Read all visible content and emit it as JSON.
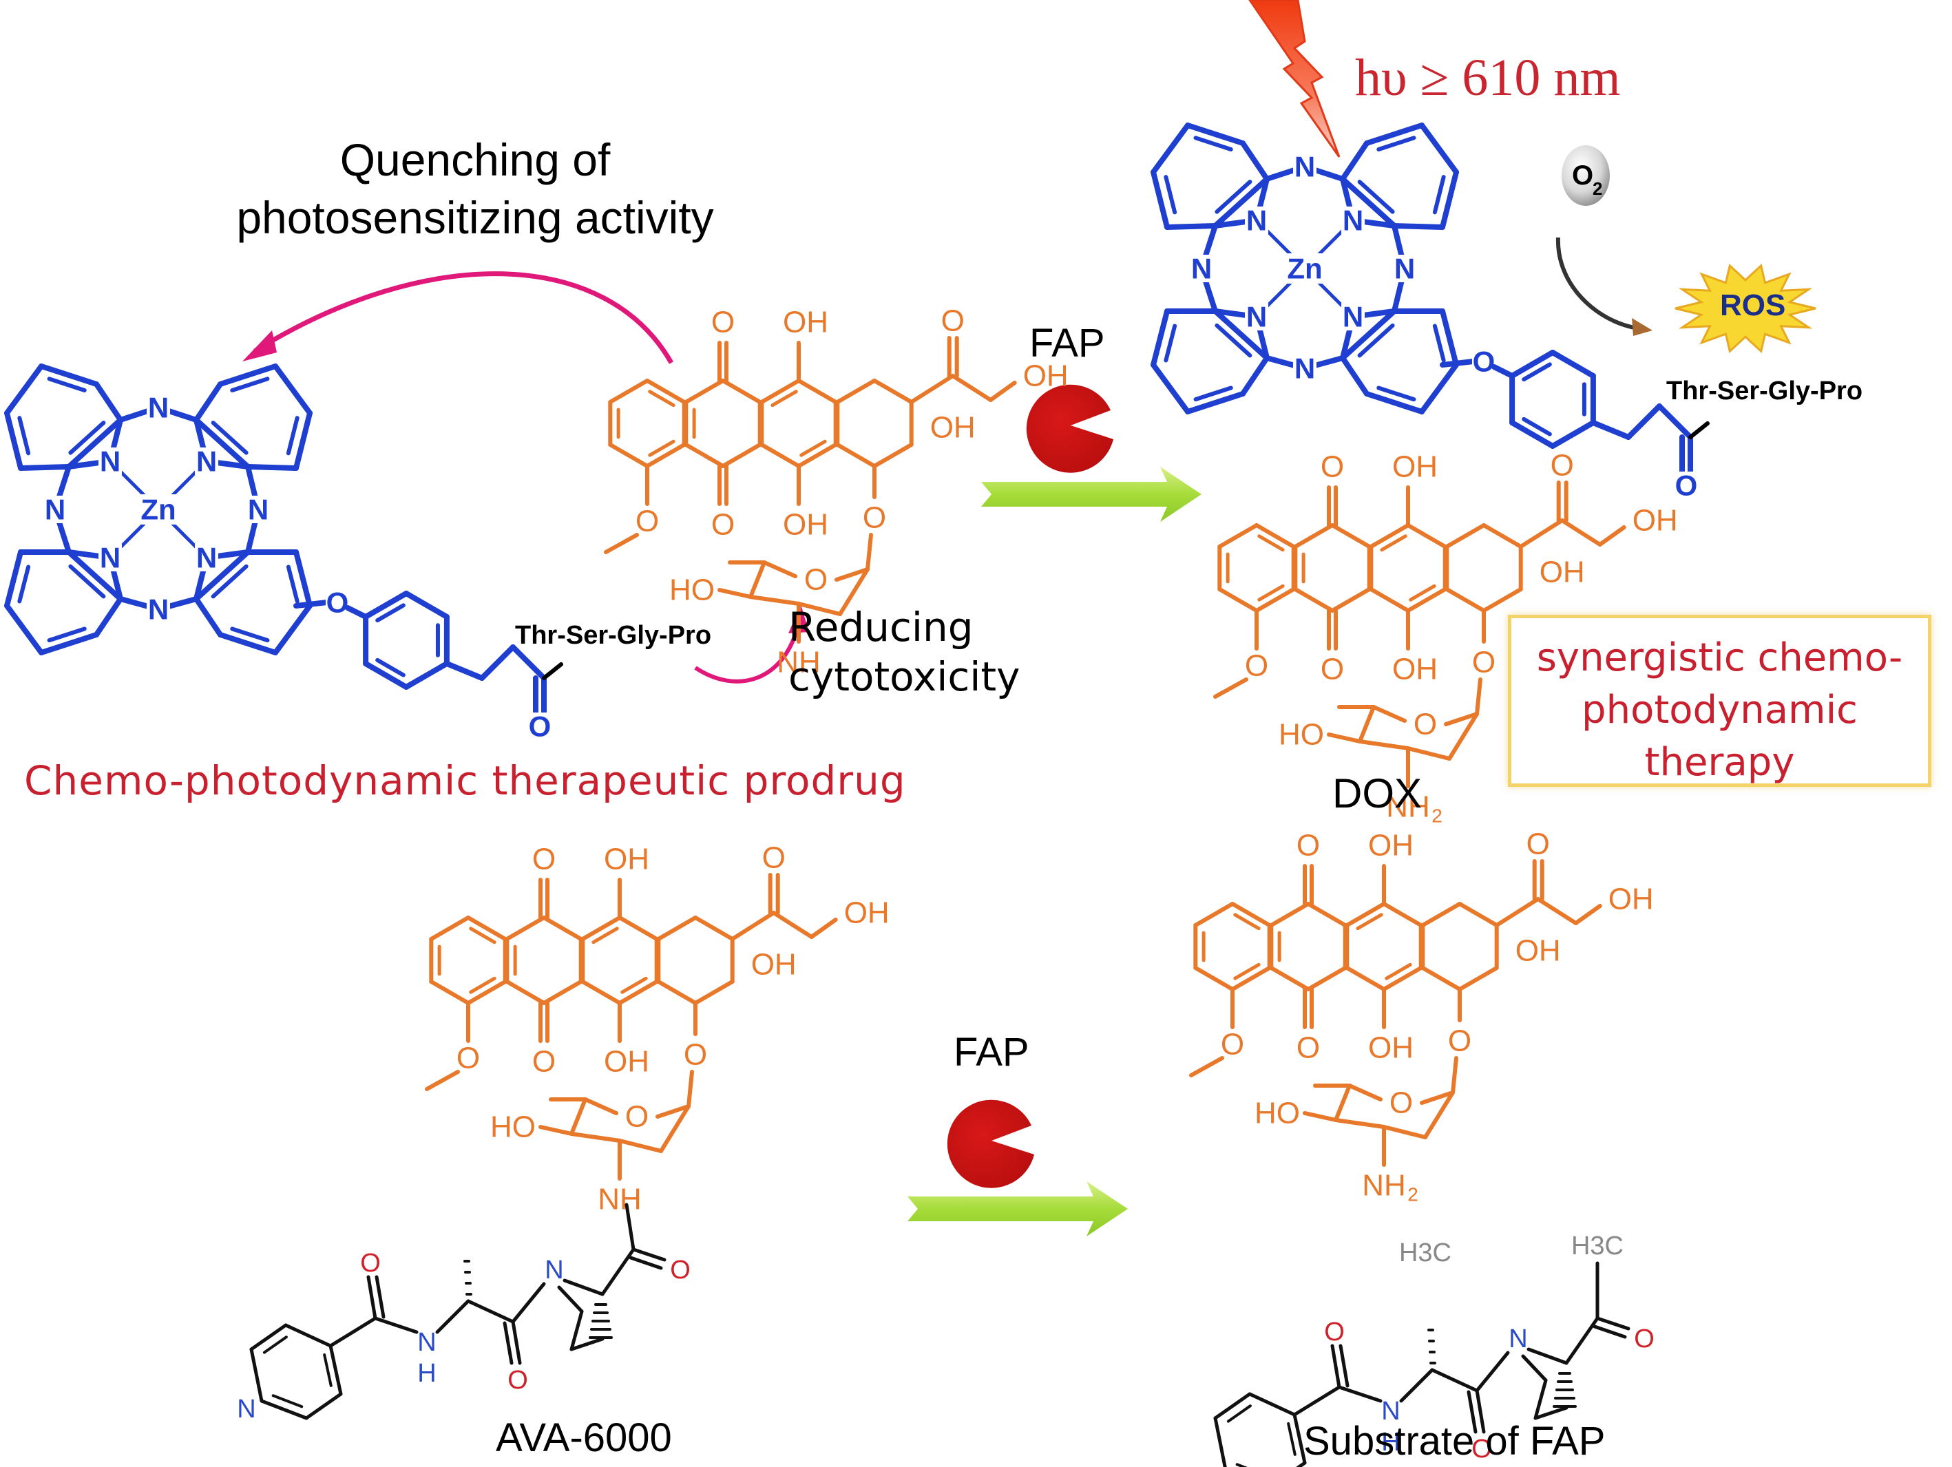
{
  "figure": {
    "quenching_label": "Quenching of\nphotosensitizing activity",
    "light_label": "hυ ≥ 610 nm",
    "reducing_label": "Reducing\ncytotoxicity",
    "prodrug_label": "Chemo-photodynamic therapeutic prodrug",
    "synergy_label": "synergistic chemo-\nphotodynamic\ntherapy",
    "enzyme_label_top": "FAP",
    "enzyme_label_bottom": "FAP",
    "o2_label": "O",
    "o2_subscript": "2",
    "ros_label": "ROS",
    "peptide_label_prodrug": "Thr-Ser-Gly-Pro",
    "peptide_label_product": "Thr-Ser-Gly-Pro",
    "dox_label": "DOX",
    "ava_label": "AVA-6000",
    "substrate_label": "Substrate of FAP"
  },
  "atoms": {
    "zn": "Zn",
    "n": "N",
    "o": "O",
    "oh": "OH",
    "ho": "HO",
    "nh": "NH",
    "nh2": "NH",
    "nh2_sub": "2",
    "h": "H",
    "h3c": "H",
    "h3c_sub": "3",
    "h3c_c": "C"
  },
  "colors": {
    "phthalocyanine": "#1f3fd0",
    "doxorubicin": "#e8782a",
    "quench_arrow": "#e0187a",
    "label_red": "#c8202e",
    "enzyme": "#c8141a",
    "reaction_arrow": "#9ed83a",
    "heteroatom_n": "#2a4ac8",
    "heteroatom_o": "#d0202a",
    "methyl_gray": "#888888",
    "box_border": "#f2d46a"
  }
}
